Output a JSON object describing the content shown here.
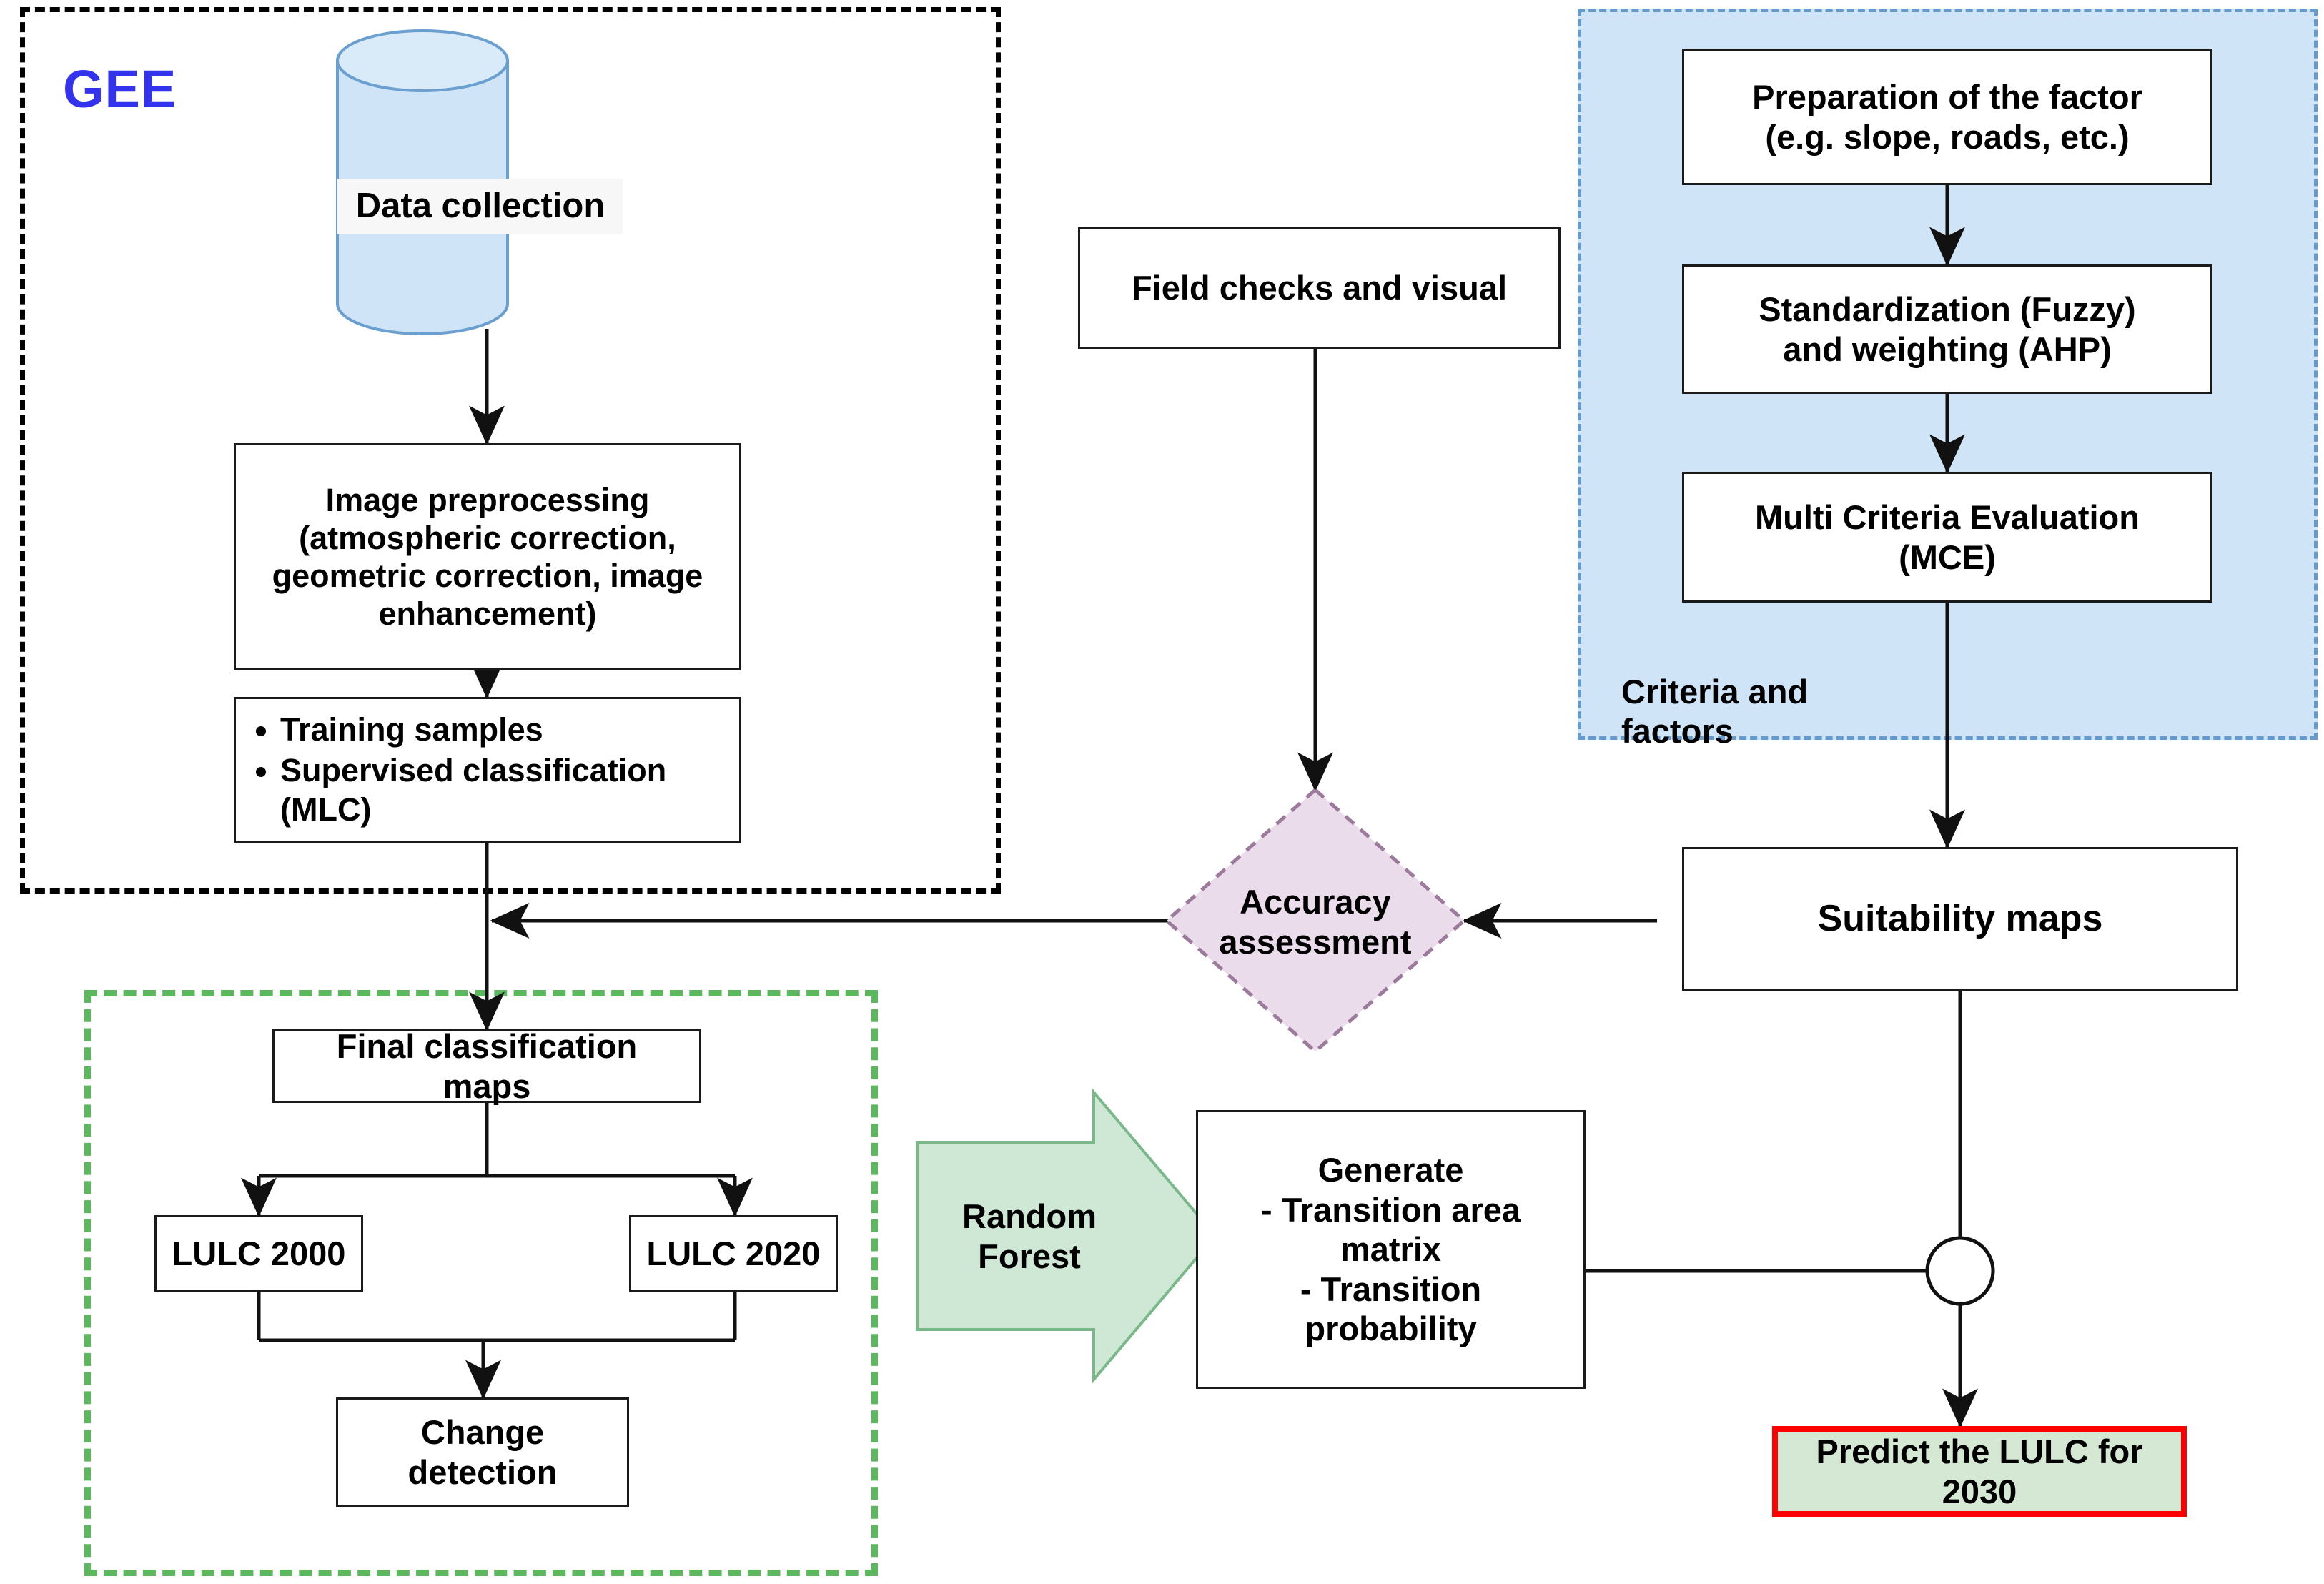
{
  "diagram": {
    "title": "LULC classification and prediction workflow",
    "regions": {
      "gee": {
        "label": "GEE",
        "color": "#3333ee",
        "border_style": "dashed-black"
      },
      "change_detection": {
        "label": "",
        "border_style": "dashed-green",
        "color": "#5cb85c"
      },
      "criteria": {
        "label": "Criteria and\nfactors",
        "border_style": "dashed-blue",
        "fill": "#cfe4f7",
        "color": "#6699cc"
      }
    },
    "nodes": {
      "data_collection": {
        "label": "Data collection",
        "shape": "cylinder",
        "fill": "#cfe4f7"
      },
      "image_preprocessing": {
        "label": "Image preprocessing\n(atmospheric correction,\ngeometric correction, image\nenhancement)",
        "shape": "rect"
      },
      "training": {
        "shape": "rect-bullets",
        "items": [
          "Training samples",
          "Supervised\nclassification (MLC)"
        ]
      },
      "field_checks": {
        "label": "Field checks and visual",
        "shape": "rect"
      },
      "accuracy_assessment": {
        "label": "Accuracy\nassessment",
        "shape": "diamond",
        "fill": "#ebdcec",
        "stroke": "#8a6a8a"
      },
      "preparation_factor": {
        "label": "Preparation of the factor\n(e.g. slope, roads, etc.)",
        "shape": "rect"
      },
      "standardization": {
        "label": "Standardization (Fuzzy)\nand weighting (AHP)",
        "shape": "rect"
      },
      "mce": {
        "label": "Multi Criteria Evaluation\n(MCE)",
        "shape": "rect"
      },
      "suitability_maps": {
        "label": "Suitability maps",
        "shape": "rect"
      },
      "final_classification": {
        "label": "Final classification\nmaps",
        "shape": "rect"
      },
      "lulc_2000": {
        "label": "LULC 2000",
        "shape": "rect"
      },
      "lulc_2020": {
        "label": "LULC 2020",
        "shape": "rect"
      },
      "change_detection_box": {
        "label": "Change\ndetection",
        "shape": "rect"
      },
      "random_forest": {
        "label": "Random\nForest",
        "shape": "block-arrow",
        "fill": "#cfe8d5",
        "stroke": "#6aaa78"
      },
      "generate": {
        "label": "Generate\n- Transition area\nmatrix\n- Transition\nprobability",
        "shape": "rect"
      },
      "merge_circle": {
        "label": "",
        "shape": "circle"
      },
      "predict": {
        "label": "Predict the LULC for\n2030",
        "shape": "rect",
        "fill": "#d4e8d4",
        "stroke": "#ff0000"
      }
    }
  },
  "chart_data": {
    "type": "diagram",
    "flow_edges": [
      {
        "from": "data_collection",
        "to": "image_preprocessing"
      },
      {
        "from": "image_preprocessing",
        "to": "training"
      },
      {
        "from": "training",
        "to": "final_classification"
      },
      {
        "from": "field_checks",
        "to": "accuracy_assessment"
      },
      {
        "from": "accuracy_assessment",
        "to": "training_branch"
      },
      {
        "from": "suitability_maps",
        "to": "accuracy_assessment"
      },
      {
        "from": "preparation_factor",
        "to": "standardization"
      },
      {
        "from": "standardization",
        "to": "mce"
      },
      {
        "from": "mce",
        "to": "suitability_maps"
      },
      {
        "from": "final_classification",
        "to": "lulc_2000"
      },
      {
        "from": "final_classification",
        "to": "lulc_2020"
      },
      {
        "from": "lulc_2000",
        "to": "change_detection_box"
      },
      {
        "from": "lulc_2020",
        "to": "change_detection_box"
      },
      {
        "from": "random_forest",
        "to": "generate"
      },
      {
        "from": "generate",
        "to": "merge_circle"
      },
      {
        "from": "suitability_maps",
        "to": "merge_circle"
      },
      {
        "from": "merge_circle",
        "to": "predict"
      }
    ]
  }
}
